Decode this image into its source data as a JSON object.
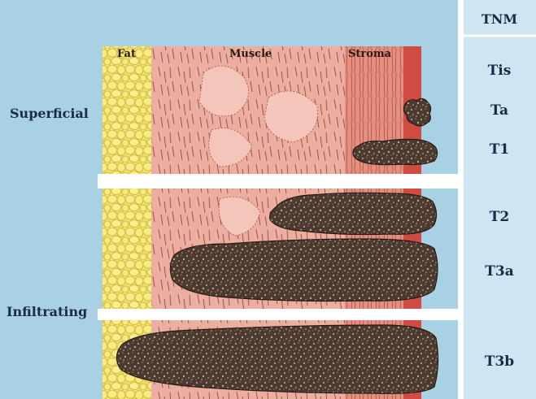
{
  "header": {
    "column_title": "TNM"
  },
  "layers": [
    {
      "id": "fat",
      "label": "Fat"
    },
    {
      "id": "muscle",
      "label": "Muscle"
    },
    {
      "id": "stroma",
      "label": "Stroma"
    }
  ],
  "groups": [
    {
      "id": "superficial",
      "label": "Superficial"
    },
    {
      "id": "infiltrating",
      "label": "Infiltrating"
    }
  ],
  "stages": [
    {
      "id": "tis",
      "label": "Tis"
    },
    {
      "id": "ta",
      "label": "Ta"
    },
    {
      "id": "t1",
      "label": "T1"
    },
    {
      "id": "t2",
      "label": "T2"
    },
    {
      "id": "t3a",
      "label": "T3a"
    },
    {
      "id": "t3b",
      "label": "T3b"
    }
  ],
  "colors": {
    "background": "#a9d1e4",
    "tnm_column": "#cfe6f2",
    "fat": "#f3e36a",
    "muscle": "#ecaea0",
    "stroma": "#e58f80",
    "mucosa": "#cf4c42",
    "tumor": "#4a3a30"
  }
}
